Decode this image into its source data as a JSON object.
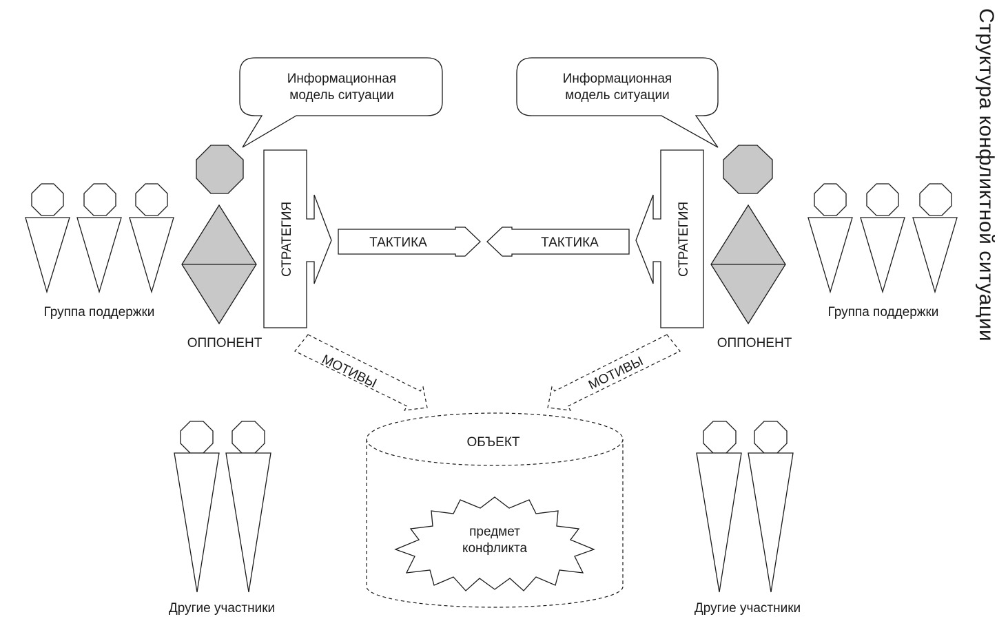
{
  "title": "Структура конфликтной ситуации",
  "left": {
    "bubble_line1": "Информационная",
    "bubble_line2": "модель ситуации",
    "strategy": "СТРАТЕГИЯ",
    "tactic": "ТАКТИКА",
    "opponent": "ОППОНЕНТ",
    "support_group": "Группа поддержки",
    "motives": "МОТИВЫ",
    "others": "Другие участники"
  },
  "right": {
    "bubble_line1": "Информационная",
    "bubble_line2": "модель ситуации",
    "strategy": "СТРАТЕГИЯ",
    "tactic": "ТАКТИКА",
    "opponent": "ОППОНЕНТ",
    "support_group": "Группа поддержки",
    "motives": "МОТИВЫ",
    "others": "Другие участники"
  },
  "object": {
    "label": "ОБЪЕКТ",
    "subject_line1": "предмет",
    "subject_line2": "конфликта"
  }
}
